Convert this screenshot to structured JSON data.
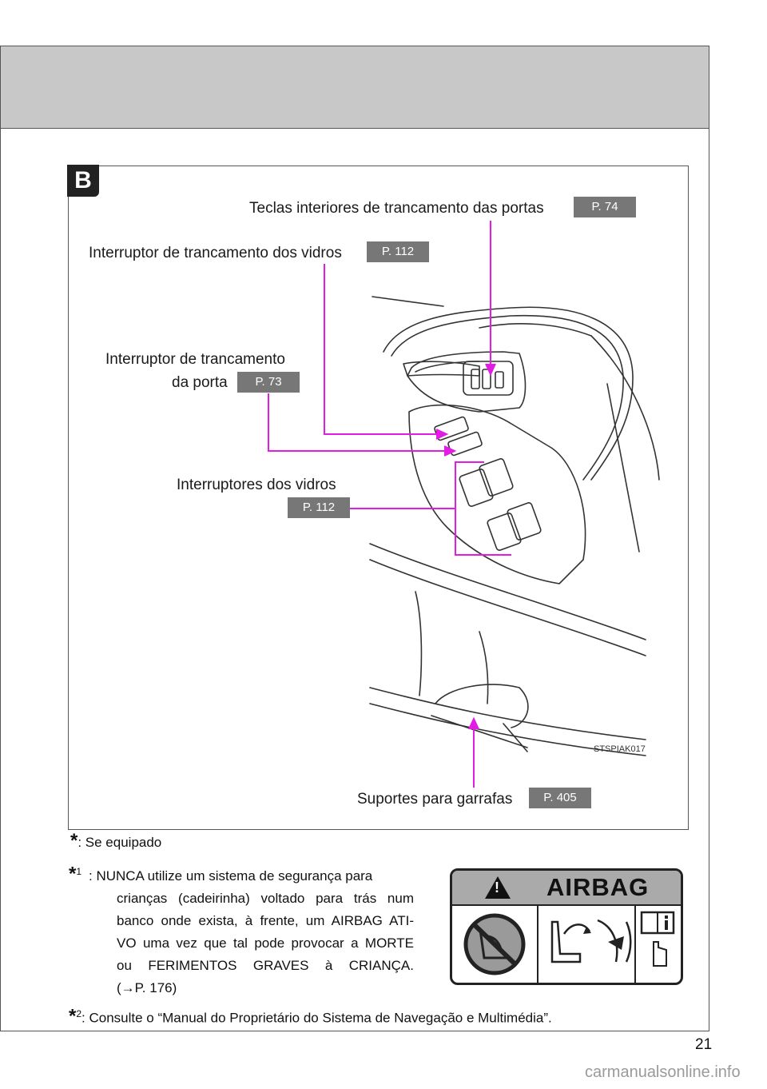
{
  "section_badge": "B",
  "callouts": {
    "door_lock_keys": {
      "label": "Teclas interiores de trancamento das portas",
      "ref": "P. 74"
    },
    "window_lock": {
      "label": "Interruptor de trancamento dos vidros",
      "ref": "P. 112"
    },
    "door_lock_switch": {
      "line1": "Interruptor de trancamento",
      "line2": "da porta",
      "ref": "P. 73"
    },
    "power_windows": {
      "label": "Interruptores dos vidros",
      "ref": "P. 112"
    },
    "bottle_holders": {
      "label": "Suportes para garrafas",
      "ref": "P. 405"
    }
  },
  "figure_code": "STSPIAK017",
  "notes": {
    "equipped": {
      "mark": "*",
      "text": ": Se equipado"
    },
    "note1": {
      "mark": "*",
      "sup": "1",
      "lines": [
        ":   NUNCA utilize um sistema de segurança para",
        "crianças (cadeirinha) voltado para trás num",
        "banco onde exista, à frente, um AIRBAG ATI-",
        "VO uma vez que tal pode provocar a MORTE",
        "ou FERIMENTOS GRAVES à CRIANÇA.",
        "(→P. 176)"
      ]
    },
    "note2": {
      "mark": "*",
      "sup": "2",
      "text": ":   Consulte o “Manual do Proprietário do Sistema de Navegação e Multimédia”."
    }
  },
  "airbag_label": {
    "title": "AIRBAG",
    "warning_symbol": "!"
  },
  "page_number": "21",
  "watermark": "carmanualsonline.info",
  "colors": {
    "leader_line": "#e31ce3",
    "ref_badge": "#777777",
    "header_band": "#c8c8c8"
  }
}
